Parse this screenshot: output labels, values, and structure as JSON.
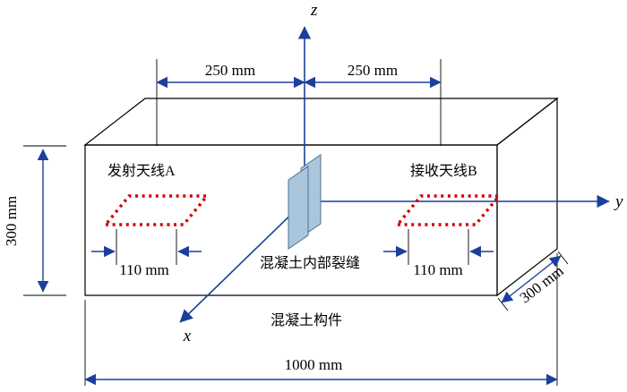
{
  "diagram": {
    "axis_labels": {
      "x": "x",
      "y": "y",
      "z": "z"
    },
    "labels": {
      "antenna_a": "发射天线A",
      "antenna_b": "接收天线B",
      "internal_crack": "混凝土内部裂缝",
      "concrete_member": "混凝土构件"
    },
    "dimensions": {
      "top_left": "250 mm",
      "top_right": "250 mm",
      "height": "300 mm",
      "depth": "300 mm",
      "length": "1000 mm",
      "antenna_a_width": "110 mm",
      "antenna_b_width": "110 mm"
    },
    "colors": {
      "accent_blue": "#1c3f9e",
      "antenna_red": "#d40000",
      "crack_fill": "#aac6dc",
      "crack_stroke": "#4a7394",
      "edge_black": "#000000"
    }
  }
}
